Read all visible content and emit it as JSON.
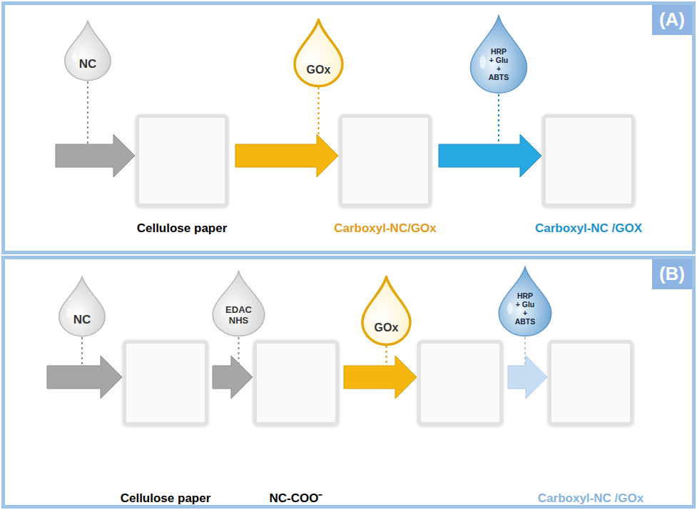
{
  "diagram": {
    "nodes": [
      {
        "text": [
          "(A)"
        ]
      },
      {
        "text": [
          "NC"
        ],
        "in": 0
      },
      {
        "text": [
          "Cellulose paper"
        ],
        "in": 0
      },
      {
        "text": [
          "GOx"
        ],
        "in": 0
      },
      {
        "text": [
          "Carboxyl-NC/GOx"
        ],
        "in": 0
      },
      {
        "text": [
          "HRP + Glu + ABTS"
        ],
        "in": 0
      },
      {
        "text": [
          "Carboxyl-NC /GOX"
        ],
        "in": 0
      },
      {
        "text": [
          "(B)"
        ]
      },
      {
        "text": [
          "NC"
        ],
        "in": 7
      },
      {
        "text": [
          "Cellulose paper"
        ],
        "in": 7
      },
      {
        "text": [
          "EDAC NHS"
        ],
        "in": 7
      },
      {
        "text": [
          "NC-COO⁻"
        ],
        "in": 7
      },
      {
        "text": [
          "GOx"
        ],
        "in": 7
      },
      {
        "text": [],
        "in": 7
      },
      {
        "text": [
          "HRP + Glu + ABTS"
        ],
        "in": 7
      },
      {
        "text": [
          "Carboxyl-NC /GOx"
        ],
        "in": 7
      }
    ],
    "edges": [
      {
        "from": 1,
        "to": 2,
        "arrow": "to"
      },
      {
        "from": 3,
        "to": 4,
        "arrow": "to"
      },
      {
        "from": 5,
        "to": 6,
        "arrow": "to"
      },
      {
        "from": 8,
        "to": 9,
        "arrow": "to"
      },
      {
        "from": 10,
        "to": 11,
        "arrow": "to"
      },
      {
        "from": 12,
        "to": 13,
        "arrow": "to"
      },
      {
        "from": 14,
        "to": 15,
        "arrow": "to"
      }
    ]
  }
}
